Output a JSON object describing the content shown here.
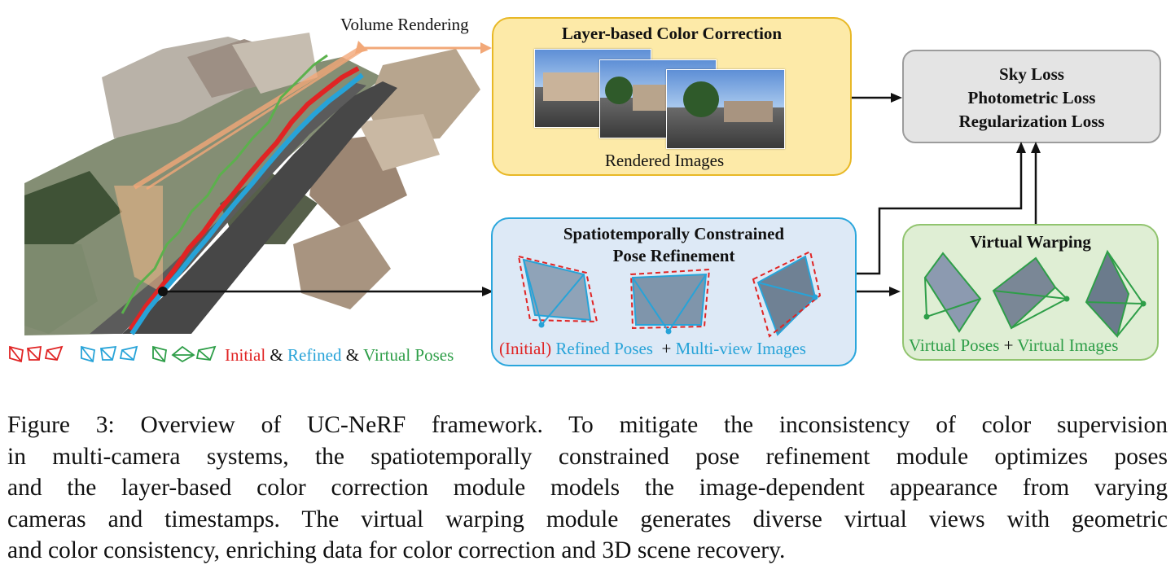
{
  "diagram": {
    "volume_rendering_label": "Volume Rendering",
    "color_box": {
      "title": "Layer-based Color Correction",
      "caption": "Rendered Images"
    },
    "pose_box": {
      "title_line1": "Spatiotemporally Constrained",
      "title_line2": "Pose Refinement",
      "caption_initial": "(Initial)",
      "caption_refined": "Refined Poses",
      "caption_plus": "+",
      "caption_multiview": "Multi-view Images"
    },
    "warp_box": {
      "title": "Virtual Warping",
      "caption_poses": "Virtual Poses",
      "caption_plus": "+",
      "caption_images": "Virtual Images"
    },
    "loss_box": {
      "line1": "Sky Loss",
      "line2": "Photometric Loss",
      "line3": "Regularization Loss"
    },
    "legend": {
      "initial": "Initial",
      "amp1": "&",
      "refined": "Refined",
      "amp2": "&",
      "virtual": "Virtual Poses"
    },
    "colors": {
      "initial": "#e02424",
      "refined": "#27a3d8",
      "virtual": "#2e9e48",
      "color_box_fill": "#fdeaa8",
      "pose_box_fill": "#dde9f6",
      "warp_box_fill": "#dfeed4",
      "loss_box_fill": "#e4e4e4"
    }
  },
  "caption": {
    "lines": [
      "Figure 3:  Overview of UC-NeRF framework.  To mitigate the inconsistency of color supervision",
      "in multi-camera systems, the spatiotemporally constrained pose refinement module optimizes poses",
      "and the layer-based color correction module models the image-dependent appearance from varying",
      "cameras and timestamps. The virtual warping module generates diverse virtual views with geometric",
      "and color consistency, enriching data for color correction and 3D scene recovery."
    ]
  }
}
